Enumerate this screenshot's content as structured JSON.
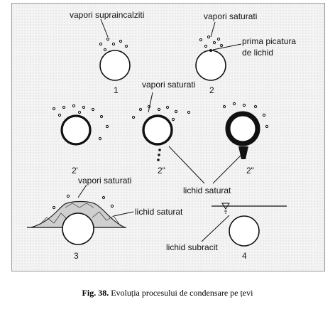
{
  "labels": {
    "vapori_supraincalziti": "vapori supraincalziti",
    "vapori_saturati_1": "vapori saturati",
    "prima_picatura_line1": "prima picatura",
    "prima_picatura_line2": "de lichid",
    "vapori_saturati_2": "vapori saturati",
    "lichid_saturat_center": "lichid saturat",
    "vapori_saturati_3": "vapori saturati",
    "lichid_saturat_right": "lichid saturat",
    "lichid_subracit": "lichid subracit"
  },
  "stage_numbers": {
    "s1": "1",
    "s2": "2",
    "s2a": "2'",
    "s2b": "2\"",
    "s2c": "2\"",
    "s3": "3",
    "s4": "4"
  },
  "caption": {
    "fig": "Fig. 38.",
    "text": "Evoluția procesului de condensare pe țevi"
  },
  "colors": {
    "ink": "#111111",
    "paper": "#f4f4f4"
  }
}
